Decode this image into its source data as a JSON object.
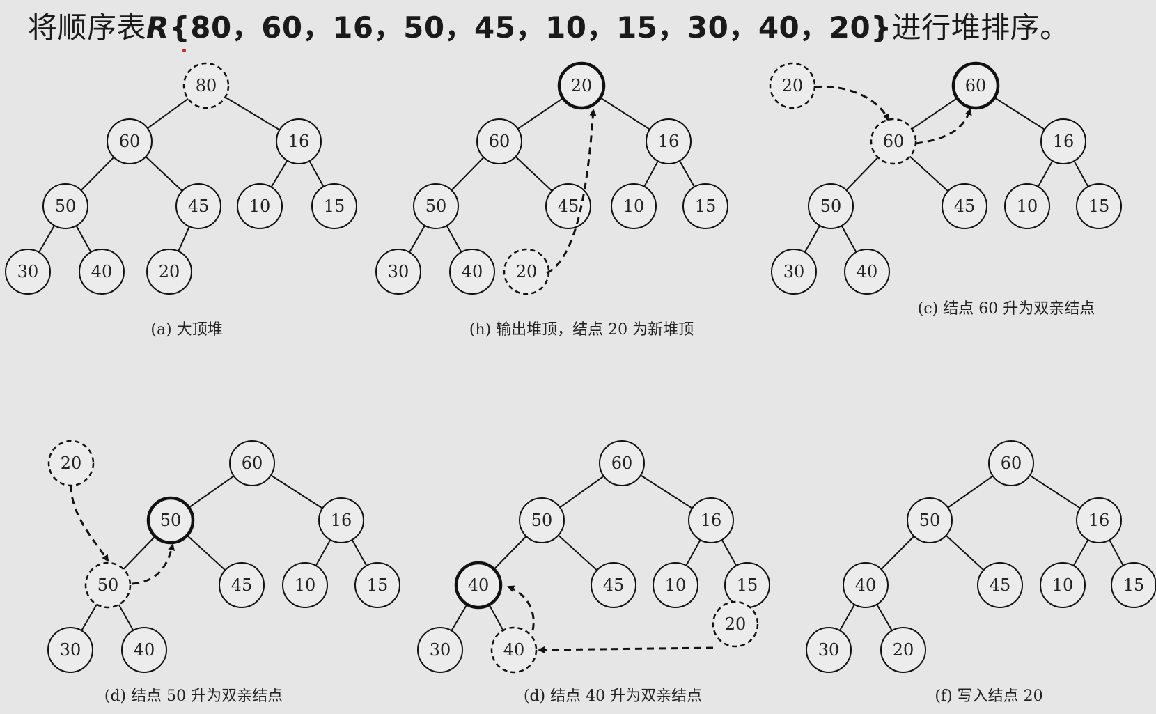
{
  "title": {
    "prefix": "将顺序表",
    "var": "R",
    "list": "{80，60，16，50，45，10，15，30，40，20}",
    "suffix": "进行堆排序。"
  },
  "panels": [
    {
      "id": "a",
      "caption": "(a)  大顶堆",
      "nodes": [
        {
          "id": "n80",
          "label": "80",
          "style": "dashed"
        },
        {
          "id": "n60",
          "label": "60",
          "style": "solid"
        },
        {
          "id": "n16",
          "label": "16",
          "style": "solid"
        },
        {
          "id": "n50",
          "label": "50",
          "style": "solid"
        },
        {
          "id": "n45",
          "label": "45",
          "style": "solid"
        },
        {
          "id": "n10",
          "label": "10",
          "style": "solid"
        },
        {
          "id": "n15",
          "label": "15",
          "style": "solid"
        },
        {
          "id": "n30",
          "label": "30",
          "style": "solid"
        },
        {
          "id": "n40",
          "label": "40",
          "style": "solid"
        },
        {
          "id": "n20",
          "label": "20",
          "style": "solid"
        }
      ],
      "edges": [
        [
          "n80",
          "n60"
        ],
        [
          "n80",
          "n16"
        ],
        [
          "n60",
          "n50"
        ],
        [
          "n60",
          "n45"
        ],
        [
          "n16",
          "n10"
        ],
        [
          "n16",
          "n15"
        ],
        [
          "n50",
          "n30"
        ],
        [
          "n50",
          "n40"
        ],
        [
          "n45",
          "n20"
        ]
      ],
      "arrows": []
    },
    {
      "id": "b",
      "caption": "(h)  输出堆顶，结点 20 为新堆顶",
      "nodes": [
        {
          "id": "n20t",
          "label": "20",
          "style": "bold"
        },
        {
          "id": "n60",
          "label": "60",
          "style": "solid"
        },
        {
          "id": "n16",
          "label": "16",
          "style": "solid"
        },
        {
          "id": "n50",
          "label": "50",
          "style": "solid"
        },
        {
          "id": "n45",
          "label": "45",
          "style": "solid"
        },
        {
          "id": "n10",
          "label": "10",
          "style": "solid"
        },
        {
          "id": "n15",
          "label": "15",
          "style": "solid"
        },
        {
          "id": "n30",
          "label": "30",
          "style": "solid"
        },
        {
          "id": "n40",
          "label": "40",
          "style": "solid"
        },
        {
          "id": "n20b",
          "label": "20",
          "style": "dashed"
        }
      ],
      "edges": [
        [
          "n20t",
          "n60"
        ],
        [
          "n20t",
          "n16"
        ],
        [
          "n60",
          "n50"
        ],
        [
          "n60",
          "n45"
        ],
        [
          "n16",
          "n10"
        ],
        [
          "n16",
          "n15"
        ],
        [
          "n50",
          "n30"
        ],
        [
          "n50",
          "n40"
        ]
      ],
      "arrows": [
        [
          "n20b",
          "n20t"
        ]
      ]
    },
    {
      "id": "c",
      "caption": "(c)  结点 60 升为双亲结点",
      "nodes": [
        {
          "id": "n20f",
          "label": "20",
          "style": "dashed"
        },
        {
          "id": "n60t",
          "label": "60",
          "style": "bold"
        },
        {
          "id": "n60d",
          "label": "60",
          "style": "dashed"
        },
        {
          "id": "n16",
          "label": "16",
          "style": "solid"
        },
        {
          "id": "n50",
          "label": "50",
          "style": "solid"
        },
        {
          "id": "n45",
          "label": "45",
          "style": "solid"
        },
        {
          "id": "n10",
          "label": "10",
          "style": "solid"
        },
        {
          "id": "n15",
          "label": "15",
          "style": "solid"
        },
        {
          "id": "n30",
          "label": "30",
          "style": "solid"
        },
        {
          "id": "n40",
          "label": "40",
          "style": "solid"
        }
      ],
      "edges": [
        [
          "n60t",
          "n60d"
        ],
        [
          "n60t",
          "n16"
        ],
        [
          "n60d",
          "n50"
        ],
        [
          "n60d",
          "n45"
        ],
        [
          "n16",
          "n10"
        ],
        [
          "n16",
          "n15"
        ],
        [
          "n50",
          "n30"
        ],
        [
          "n50",
          "n40"
        ]
      ],
      "arrows": [
        [
          "n20f",
          "n60d"
        ],
        [
          "n60d",
          "n60t"
        ]
      ]
    },
    {
      "id": "d",
      "caption": "(d)  结点 50 升为双亲结点",
      "nodes": [
        {
          "id": "n20f",
          "label": "20",
          "style": "dashed"
        },
        {
          "id": "n60",
          "label": "60",
          "style": "solid"
        },
        {
          "id": "n50t",
          "label": "50",
          "style": "bold"
        },
        {
          "id": "n16",
          "label": "16",
          "style": "solid"
        },
        {
          "id": "n50d",
          "label": "50",
          "style": "dashed"
        },
        {
          "id": "n45",
          "label": "45",
          "style": "solid"
        },
        {
          "id": "n10",
          "label": "10",
          "style": "solid"
        },
        {
          "id": "n15",
          "label": "15",
          "style": "solid"
        },
        {
          "id": "n30",
          "label": "30",
          "style": "solid"
        },
        {
          "id": "n40",
          "label": "40",
          "style": "solid"
        }
      ],
      "edges": [
        [
          "n60",
          "n50t"
        ],
        [
          "n60",
          "n16"
        ],
        [
          "n50t",
          "n50d"
        ],
        [
          "n50t",
          "n45"
        ],
        [
          "n16",
          "n10"
        ],
        [
          "n16",
          "n15"
        ],
        [
          "n50d",
          "n30"
        ],
        [
          "n50d",
          "n40"
        ]
      ],
      "arrows": [
        [
          "n20f",
          "n50d"
        ],
        [
          "n50d",
          "n50t"
        ]
      ]
    },
    {
      "id": "e",
      "caption": "(d)  结点 40 升为双亲结点",
      "nodes": [
        {
          "id": "n60",
          "label": "60",
          "style": "solid"
        },
        {
          "id": "n50",
          "label": "50",
          "style": "solid"
        },
        {
          "id": "n16",
          "label": "16",
          "style": "solid"
        },
        {
          "id": "n40t",
          "label": "40",
          "style": "bold"
        },
        {
          "id": "n45",
          "label": "45",
          "style": "solid"
        },
        {
          "id": "n10",
          "label": "10",
          "style": "solid"
        },
        {
          "id": "n15",
          "label": "15",
          "style": "solid"
        },
        {
          "id": "n30",
          "label": "30",
          "style": "solid"
        },
        {
          "id": "n40d",
          "label": "40",
          "style": "dashed"
        },
        {
          "id": "n20f",
          "label": "20",
          "style": "dashed"
        }
      ],
      "edges": [
        [
          "n60",
          "n50"
        ],
        [
          "n60",
          "n16"
        ],
        [
          "n50",
          "n40t"
        ],
        [
          "n50",
          "n45"
        ],
        [
          "n16",
          "n10"
        ],
        [
          "n16",
          "n15"
        ],
        [
          "n40t",
          "n30"
        ],
        [
          "n40t",
          "n40d"
        ]
      ],
      "arrows": [
        [
          "n20f",
          "n40d"
        ],
        [
          "n40d",
          "n40t"
        ]
      ]
    },
    {
      "id": "f",
      "caption": "(f)  写入结点 20",
      "nodes": [
        {
          "id": "n60",
          "label": "60",
          "style": "solid"
        },
        {
          "id": "n50",
          "label": "50",
          "style": "solid"
        },
        {
          "id": "n16",
          "label": "16",
          "style": "solid"
        },
        {
          "id": "n40",
          "label": "40",
          "style": "solid"
        },
        {
          "id": "n45",
          "label": "45",
          "style": "solid"
        },
        {
          "id": "n10",
          "label": "10",
          "style": "solid"
        },
        {
          "id": "n15",
          "label": "15",
          "style": "solid"
        },
        {
          "id": "n30",
          "label": "30",
          "style": "solid"
        },
        {
          "id": "n20",
          "label": "20",
          "style": "solid"
        }
      ],
      "edges": [
        [
          "n60",
          "n50"
        ],
        [
          "n60",
          "n16"
        ],
        [
          "n50",
          "n40"
        ],
        [
          "n50",
          "n45"
        ],
        [
          "n16",
          "n10"
        ],
        [
          "n16",
          "n15"
        ],
        [
          "n40",
          "n30"
        ],
        [
          "n40",
          "n20"
        ]
      ],
      "arrows": []
    }
  ]
}
